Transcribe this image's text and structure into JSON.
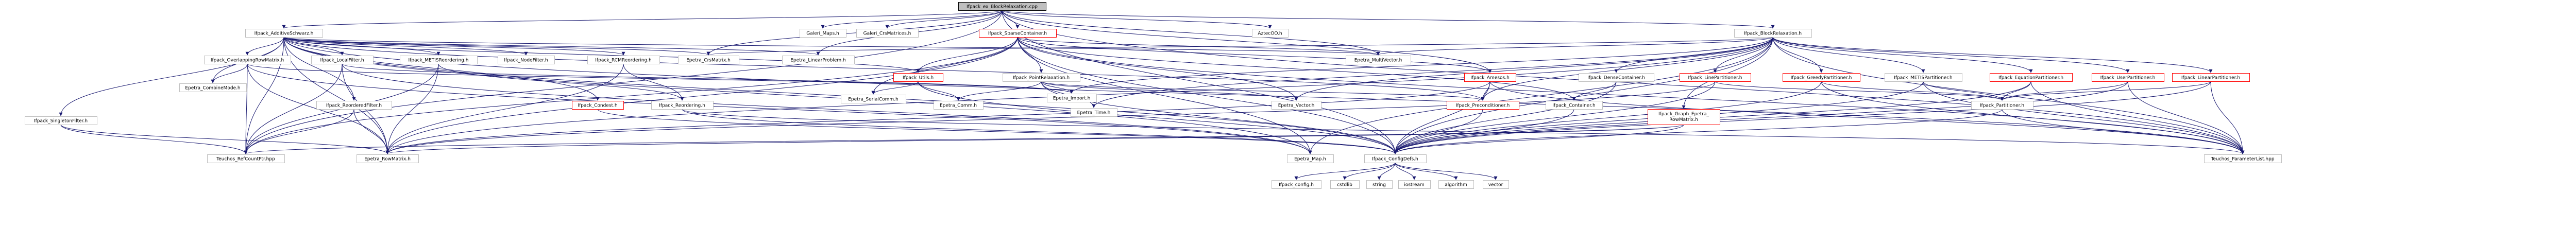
{
  "colors": {
    "background": "#ffffff",
    "node_fill": "#ffffff",
    "node_border": "#bfbfbf",
    "linked_border": "#ff0000",
    "root_fill": "#bfbfbf",
    "root_border": "#000000",
    "edge": "#191970"
  },
  "diagram": {
    "root": "Ifpack_ex_BlockRelaxation.cpp",
    "nodes": [
      {
        "id": "root",
        "label": "Ifpack_ex_BlockRelaxation.cpp",
        "kind": "root"
      },
      {
        "id": "additive",
        "label": "Ifpack_AdditiveSchwarz.h",
        "kind": "normal"
      },
      {
        "id": "galeri_maps",
        "label": "Galeri_Maps.h",
        "kind": "normal"
      },
      {
        "id": "galeri_crs",
        "label": "Galeri_CrsMatrices.h",
        "kind": "normal"
      },
      {
        "id": "sparse",
        "label": "Ifpack_SparseContainer.h",
        "kind": "linked"
      },
      {
        "id": "aztec",
        "label": "AztecOO.h",
        "kind": "normal"
      },
      {
        "id": "blockrelax",
        "label": "Ifpack_BlockRelaxation.h",
        "kind": "normal"
      },
      {
        "id": "singleton",
        "label": "Ifpack_SingletonFilter.h",
        "kind": "normal"
      },
      {
        "id": "overlapping",
        "label": "Ifpack_OverlappingRowMatrix.h",
        "kind": "normal"
      },
      {
        "id": "localfilter",
        "label": "Ifpack_LocalFilter.h",
        "kind": "normal"
      },
      {
        "id": "metisreord",
        "label": "Ifpack_METISReordering.h",
        "kind": "normal"
      },
      {
        "id": "nodefilter",
        "label": "Ifpack_NodeFilter.h",
        "kind": "normal"
      },
      {
        "id": "rcm",
        "label": "Ifpack_RCMReordering.h",
        "kind": "normal"
      },
      {
        "id": "crsmatrix",
        "label": "Epetra_CrsMatrix.h",
        "kind": "normal"
      },
      {
        "id": "linearproblem",
        "label": "Epetra_LinearProblem.h",
        "kind": "normal"
      },
      {
        "id": "utils",
        "label": "Ifpack_Utils.h",
        "kind": "linked"
      },
      {
        "id": "pointrelax",
        "label": "Ifpack_PointRelaxation.h",
        "kind": "normal"
      },
      {
        "id": "multivector",
        "label": "Epetra_MultiVector.h",
        "kind": "normal"
      },
      {
        "id": "amesos",
        "label": "Ifpack_Amesos.h",
        "kind": "linked"
      },
      {
        "id": "densecont",
        "label": "Ifpack_DenseContainer.h",
        "kind": "normal"
      },
      {
        "id": "linepart",
        "label": "Ifpack_LinePartitioner.h",
        "kind": "linked"
      },
      {
        "id": "greedypart",
        "label": "Ifpack_GreedyPartitioner.h",
        "kind": "linked"
      },
      {
        "id": "metispart",
        "label": "Ifpack_METISPartitioner.h",
        "kind": "normal"
      },
      {
        "id": "equationpart",
        "label": "Ifpack_EquationPartitioner.h",
        "kind": "linked"
      },
      {
        "id": "userpart",
        "label": "Ifpack_UserPartitioner.h",
        "kind": "linked"
      },
      {
        "id": "linearpart",
        "label": "Ifpack_LinearPartitioner.h",
        "kind": "linked"
      },
      {
        "id": "combinemode",
        "label": "Epetra_CombineMode.h",
        "kind": "normal"
      },
      {
        "id": "reorderedfilter",
        "label": "Ifpack_ReorderedFilter.h",
        "kind": "normal"
      },
      {
        "id": "condest",
        "label": "Ifpack_Condest.h",
        "kind": "linked"
      },
      {
        "id": "reordering",
        "label": "Ifpack_Reordering.h",
        "kind": "normal"
      },
      {
        "id": "serialcomm",
        "label": "Epetra_SerialComm.h",
        "kind": "normal"
      },
      {
        "id": "comm",
        "label": "Epetra_Comm.h",
        "kind": "normal"
      },
      {
        "id": "import",
        "label": "Epetra_Import.h",
        "kind": "normal"
      },
      {
        "id": "time",
        "label": "Epetra_Time.h",
        "kind": "normal"
      },
      {
        "id": "vector",
        "label": "Epetra_Vector.h",
        "kind": "normal"
      },
      {
        "id": "preconditioner",
        "label": "Ifpack_Preconditioner.h",
        "kind": "linked"
      },
      {
        "id": "container",
        "label": "Ifpack_Container.h",
        "kind": "normal"
      },
      {
        "id": "graphrowmatrix",
        "label": "Ifpack_Graph_Epetra_RowMatrix.h",
        "kind": "linked"
      },
      {
        "id": "partitioner",
        "label": "Ifpack_Partitioner.h",
        "kind": "normal"
      },
      {
        "id": "rcpcount",
        "label": "Teuchos_RefCountPtr.hpp",
        "kind": "normal"
      },
      {
        "id": "rowmatrix",
        "label": "Epetra_RowMatrix.h",
        "kind": "normal"
      },
      {
        "id": "map",
        "label": "Epetra_Map.h",
        "kind": "normal"
      },
      {
        "id": "configdefs",
        "label": "Ifpack_ConfigDefs.h",
        "kind": "normal"
      },
      {
        "id": "paramlist",
        "label": "Teuchos_ParameterList.hpp",
        "kind": "normal"
      },
      {
        "id": "ifpackconfig",
        "label": "Ifpack_config.h",
        "kind": "normal"
      },
      {
        "id": "cstdlib",
        "label": "cstdlib",
        "kind": "normal"
      },
      {
        "id": "string",
        "label": "string",
        "kind": "normal"
      },
      {
        "id": "iostream",
        "label": "iostream",
        "kind": "normal"
      },
      {
        "id": "algorithm",
        "label": "algorithm",
        "kind": "normal"
      },
      {
        "id": "vectorstd",
        "label": "vector",
        "kind": "normal"
      }
    ]
  }
}
